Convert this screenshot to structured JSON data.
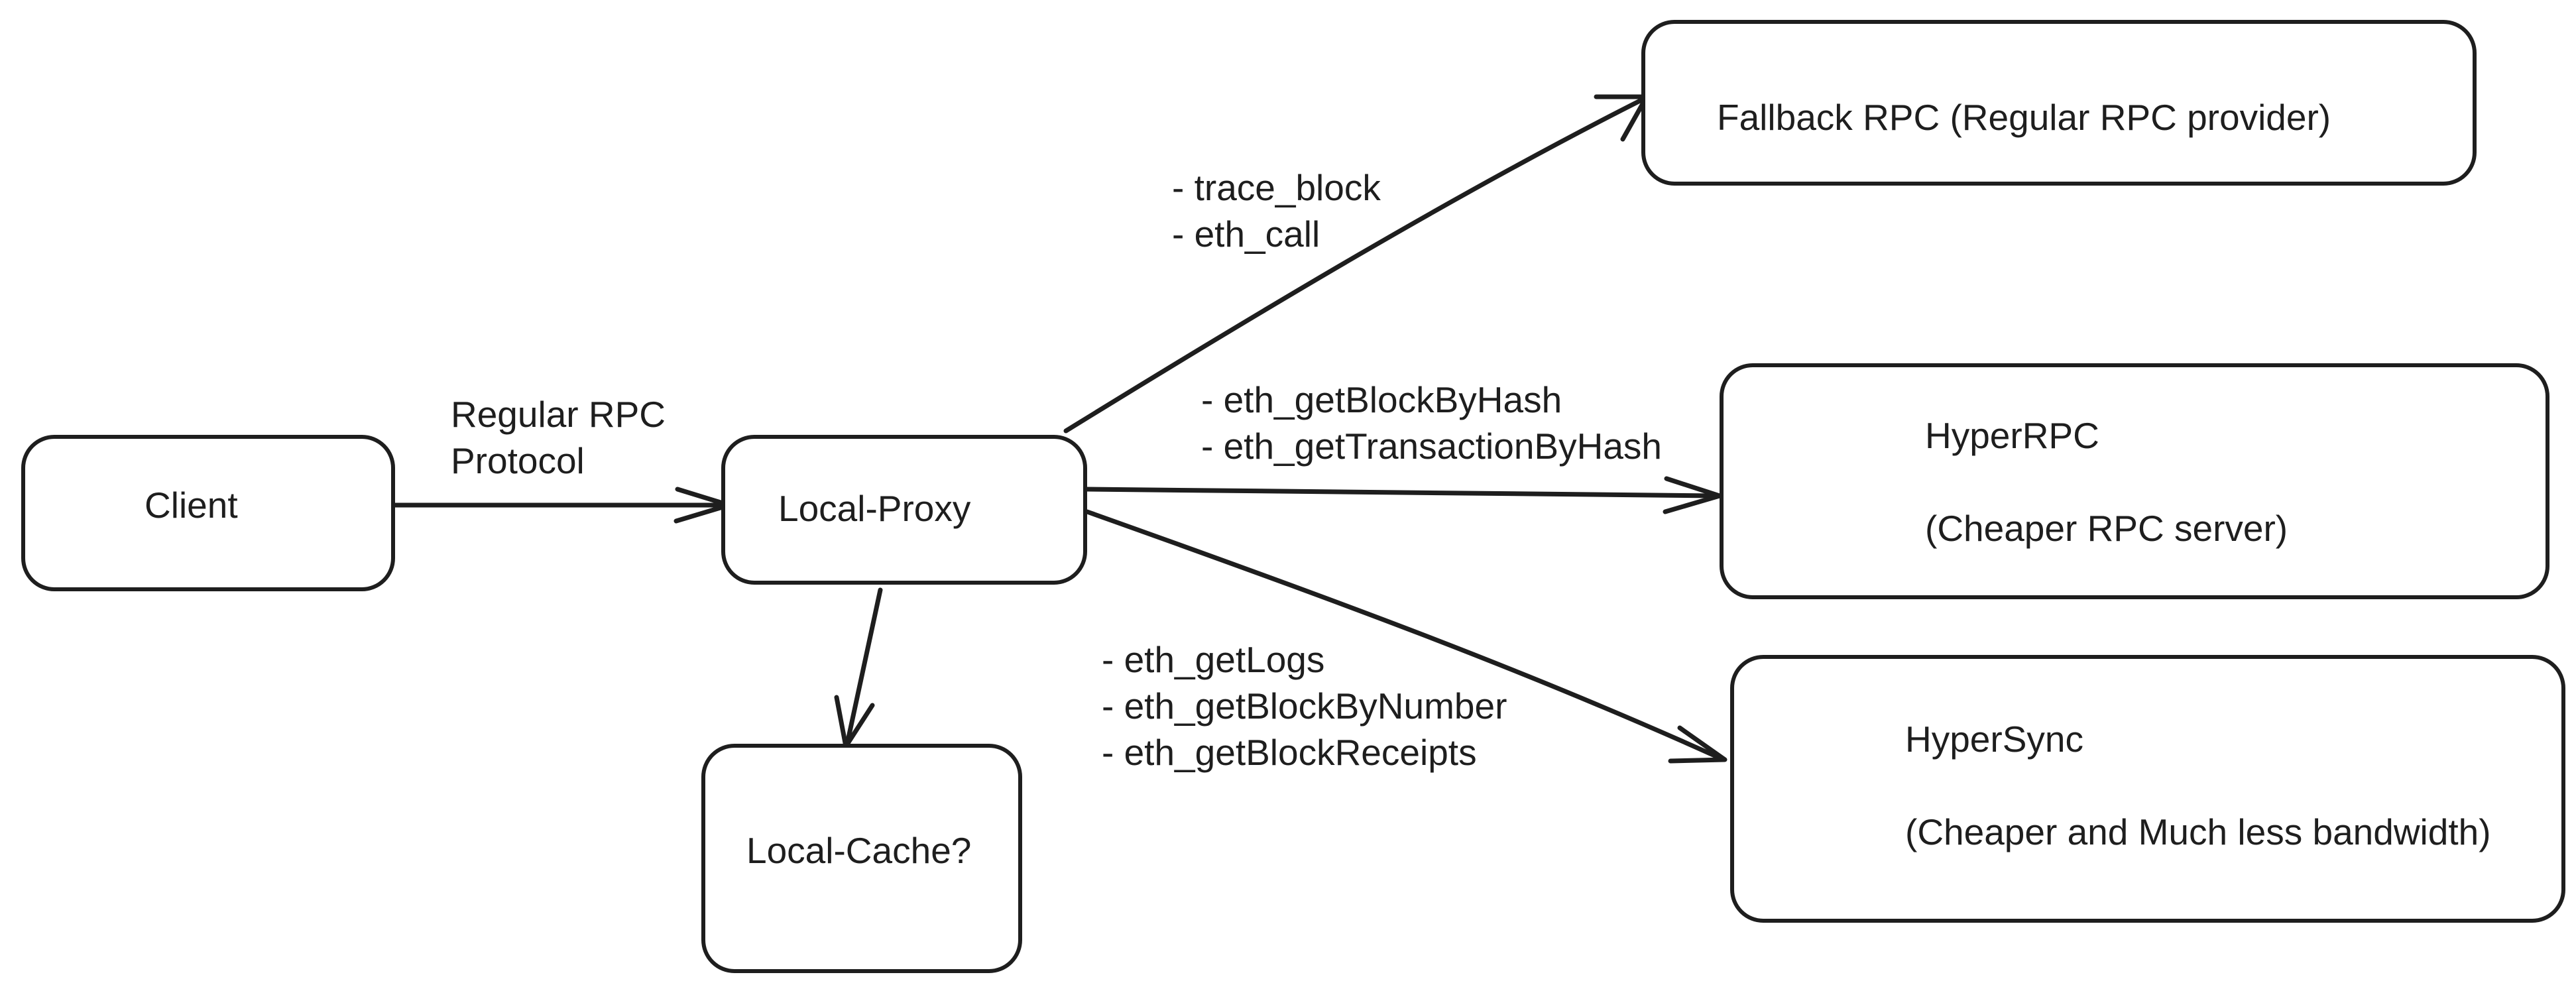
{
  "nodes": {
    "client": {
      "label": "Client"
    },
    "local_proxy": {
      "label": "Local-Proxy"
    },
    "local_cache": {
      "label": "Local-Cache?"
    },
    "fallback_rpc": {
      "label": "Fallback RPC (Regular RPC provider)"
    },
    "hyperrpc": {
      "title": "HyperRPC",
      "subtitle": "(Cheaper RPC server)"
    },
    "hypersync": {
      "title": "HyperSync",
      "subtitle": "(Cheaper and Much less bandwidth)"
    }
  },
  "edges": {
    "client_to_proxy": {
      "lines": [
        "Regular RPC",
        "Protocol"
      ]
    },
    "proxy_to_fallback": {
      "lines": [
        "- trace_block",
        "- eth_call"
      ]
    },
    "proxy_to_hyperrpc": {
      "lines": [
        "- eth_getBlockByHash",
        "- eth_getTransactionByHash"
      ]
    },
    "proxy_to_hypersync": {
      "lines": [
        "- eth_getLogs",
        "- eth_getBlockByNumber",
        "- eth_getBlockReceipts"
      ]
    },
    "proxy_to_cache": {
      "lines": []
    }
  },
  "colors": {
    "stroke": "#1e1e1e",
    "background": "#ffffff"
  }
}
